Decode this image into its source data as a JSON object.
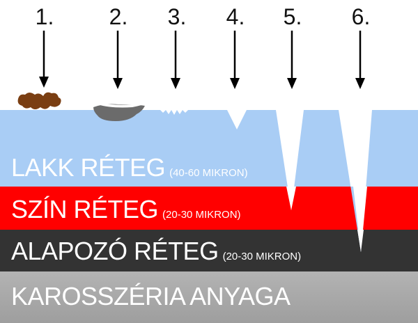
{
  "markers": [
    {
      "label": "1."
    },
    {
      "label": "2."
    },
    {
      "label": "3."
    },
    {
      "label": "4."
    },
    {
      "label": "5."
    },
    {
      "label": "6."
    }
  ],
  "layers": {
    "lakk": {
      "name": "LAKK RÉTEG",
      "thickness": "(40-60 MIKRON)",
      "color": "#a9cdf5"
    },
    "szin": {
      "name": "SZÍN RÉTEG",
      "thickness": "(20-30 MIKRON)",
      "color": "#ff0000"
    },
    "alap": {
      "name": "ALAPOZÓ RÉTEG",
      "thickness": "(20-30 MIKRON)",
      "color": "#333333"
    },
    "karo": {
      "name": "KAROSSZÉRIA ANYAGA",
      "color": "#a8a8a8"
    }
  },
  "colors": {
    "dirt": "#7a3e12",
    "stain": "#6b6b6b",
    "arrow": "#000000"
  }
}
